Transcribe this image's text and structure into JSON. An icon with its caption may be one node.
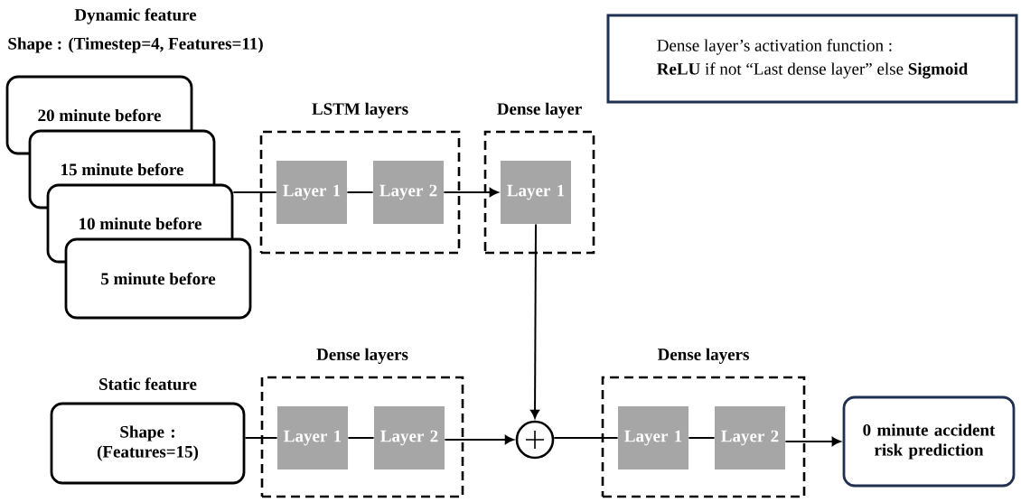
{
  "diagram": {
    "nodes": [
      {
        "text": [
          "20 minute before"
        ]
      },
      {
        "text": [
          "15 minute before"
        ]
      },
      {
        "text": [
          "10 minute before"
        ]
      },
      {
        "text": [
          "5 minute before"
        ]
      },
      {
        "text": [
          "LSTM layers"
        ]
      },
      {
        "text": [
          "Layer 1"
        ],
        "in": 4
      },
      {
        "text": [
          "Layer 2"
        ],
        "in": 4
      },
      {
        "text": [
          "Dense layer"
        ]
      },
      {
        "text": [
          "Layer 1"
        ],
        "in": 7
      },
      {
        "text": [
          "Static feature",
          "Shape : (Features=15)"
        ]
      },
      {
        "text": [
          "Dense layers"
        ]
      },
      {
        "text": [
          "Layer 1"
        ],
        "in": 10
      },
      {
        "text": [
          "Layer 2"
        ],
        "in": 10
      },
      {
        "text": [],
        "shape": "circle"
      },
      {
        "text": [
          "Dense layers"
        ]
      },
      {
        "text": [
          "Layer 1"
        ],
        "in": 14
      },
      {
        "text": [
          "Layer 2"
        ],
        "in": 14
      },
      {
        "text": [
          "0 minute accident risk prediction"
        ]
      },
      {
        "text": [
          "Dense layer’s activation function :",
          "**ReLU** if not “Last dense layer” else **Sigmoid**"
        ]
      }
    ],
    "edges": [
      {
        "from": 2,
        "to": 5,
        "arrow": "none"
      },
      {
        "from": 5,
        "to": 6,
        "arrow": "none"
      },
      {
        "from": 6,
        "to": 8,
        "arrow": "to"
      },
      {
        "from": 8,
        "to": 13,
        "arrow": "to"
      },
      {
        "from": 9,
        "to": 11,
        "arrow": "none"
      },
      {
        "from": 11,
        "to": 12,
        "arrow": "none"
      },
      {
        "from": 12,
        "to": 13,
        "arrow": "to"
      },
      {
        "from": 13,
        "to": 15,
        "arrow": "none"
      },
      {
        "from": 15,
        "to": 16,
        "arrow": "none"
      },
      {
        "from": 16,
        "to": 17,
        "arrow": "to"
      }
    ],
    "labels": [
      "Dynamic feature",
      "Shape : (Timestep=4, Features=11)"
    ]
  }
}
